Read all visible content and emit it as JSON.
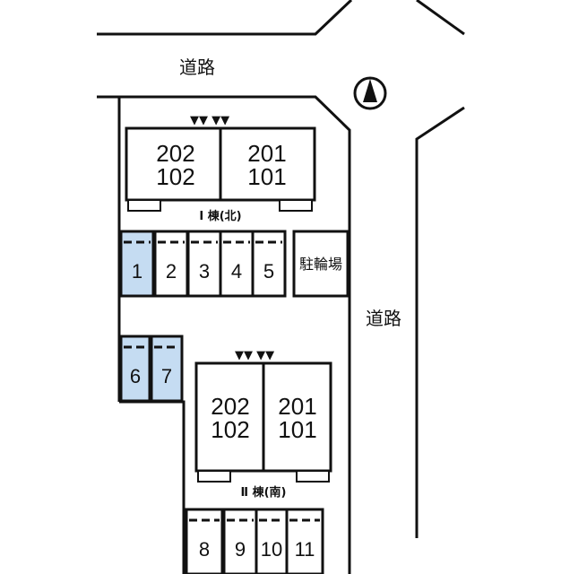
{
  "roads": {
    "top": "道路",
    "right": "道路"
  },
  "north_arrow": "north-arrow",
  "building_north": {
    "label": "Ⅰ 棟(北)",
    "units_left": {
      "upper": "202",
      "lower": "102"
    },
    "units_right": {
      "upper": "201",
      "lower": "101"
    },
    "entrance_marks": "▼▼ ▼▼"
  },
  "building_south": {
    "label": "Ⅱ 棟(南)",
    "units_left": {
      "upper": "202",
      "lower": "102"
    },
    "units_right": {
      "upper": "201",
      "lower": "101"
    },
    "entrance_marks": "▼▼ ▼▼"
  },
  "bicycle_parking": "駐輪場",
  "parking": {
    "highlight_color": "#c5dcf2",
    "spaces": [
      {
        "label": "1",
        "highlighted": true
      },
      {
        "label": "2",
        "highlighted": false
      },
      {
        "label": "3",
        "highlighted": false
      },
      {
        "label": "4",
        "highlighted": false
      },
      {
        "label": "5",
        "highlighted": false
      },
      {
        "label": "6",
        "highlighted": true
      },
      {
        "label": "7",
        "highlighted": true
      },
      {
        "label": "8",
        "highlighted": false
      },
      {
        "label": "9",
        "highlighted": false
      },
      {
        "label": "10",
        "highlighted": false
      },
      {
        "label": "11",
        "highlighted": false
      }
    ]
  }
}
